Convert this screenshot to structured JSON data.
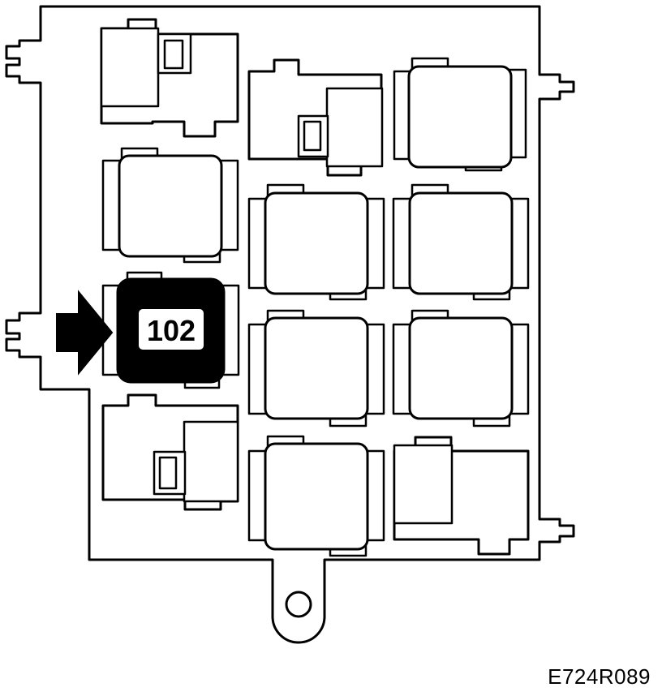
{
  "highlight": {
    "label": "102"
  },
  "reference_code": "E724R089",
  "colors": {
    "line": "#000000",
    "background": "#ffffff",
    "highlight_fill": "#000000",
    "label_box": "#ffffff"
  },
  "arrow": {
    "icon": "right-arrow-icon",
    "direction": "right"
  }
}
